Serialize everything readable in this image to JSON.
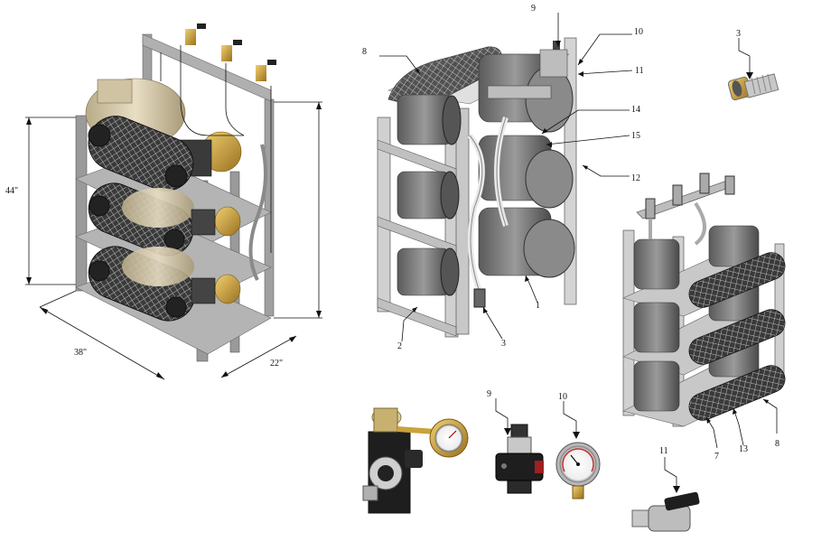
{
  "dimensions": {
    "height": "44\"",
    "width": "38\"",
    "depth": "22\""
  },
  "callouts": {
    "c1": "1",
    "c2": "2",
    "c3_main": "3",
    "c3_fitting": "3",
    "c7": "7",
    "c8_top": "8",
    "c8_right": "8",
    "c9_main": "9",
    "c9_part": "9",
    "c10_main": "10",
    "c10_part": "10",
    "c11_main": "11",
    "c11_part": "11",
    "c12": "12",
    "c13": "13",
    "c14": "14",
    "c15": "15"
  },
  "colors": {
    "frame": "#9a9a9a",
    "motor_gray": "#7a7a7a",
    "motor_cream": "#d8cfb5",
    "brass": "#c9a23a",
    "yellow": "#e8c030",
    "belt_guard": "#2a2a2a"
  }
}
